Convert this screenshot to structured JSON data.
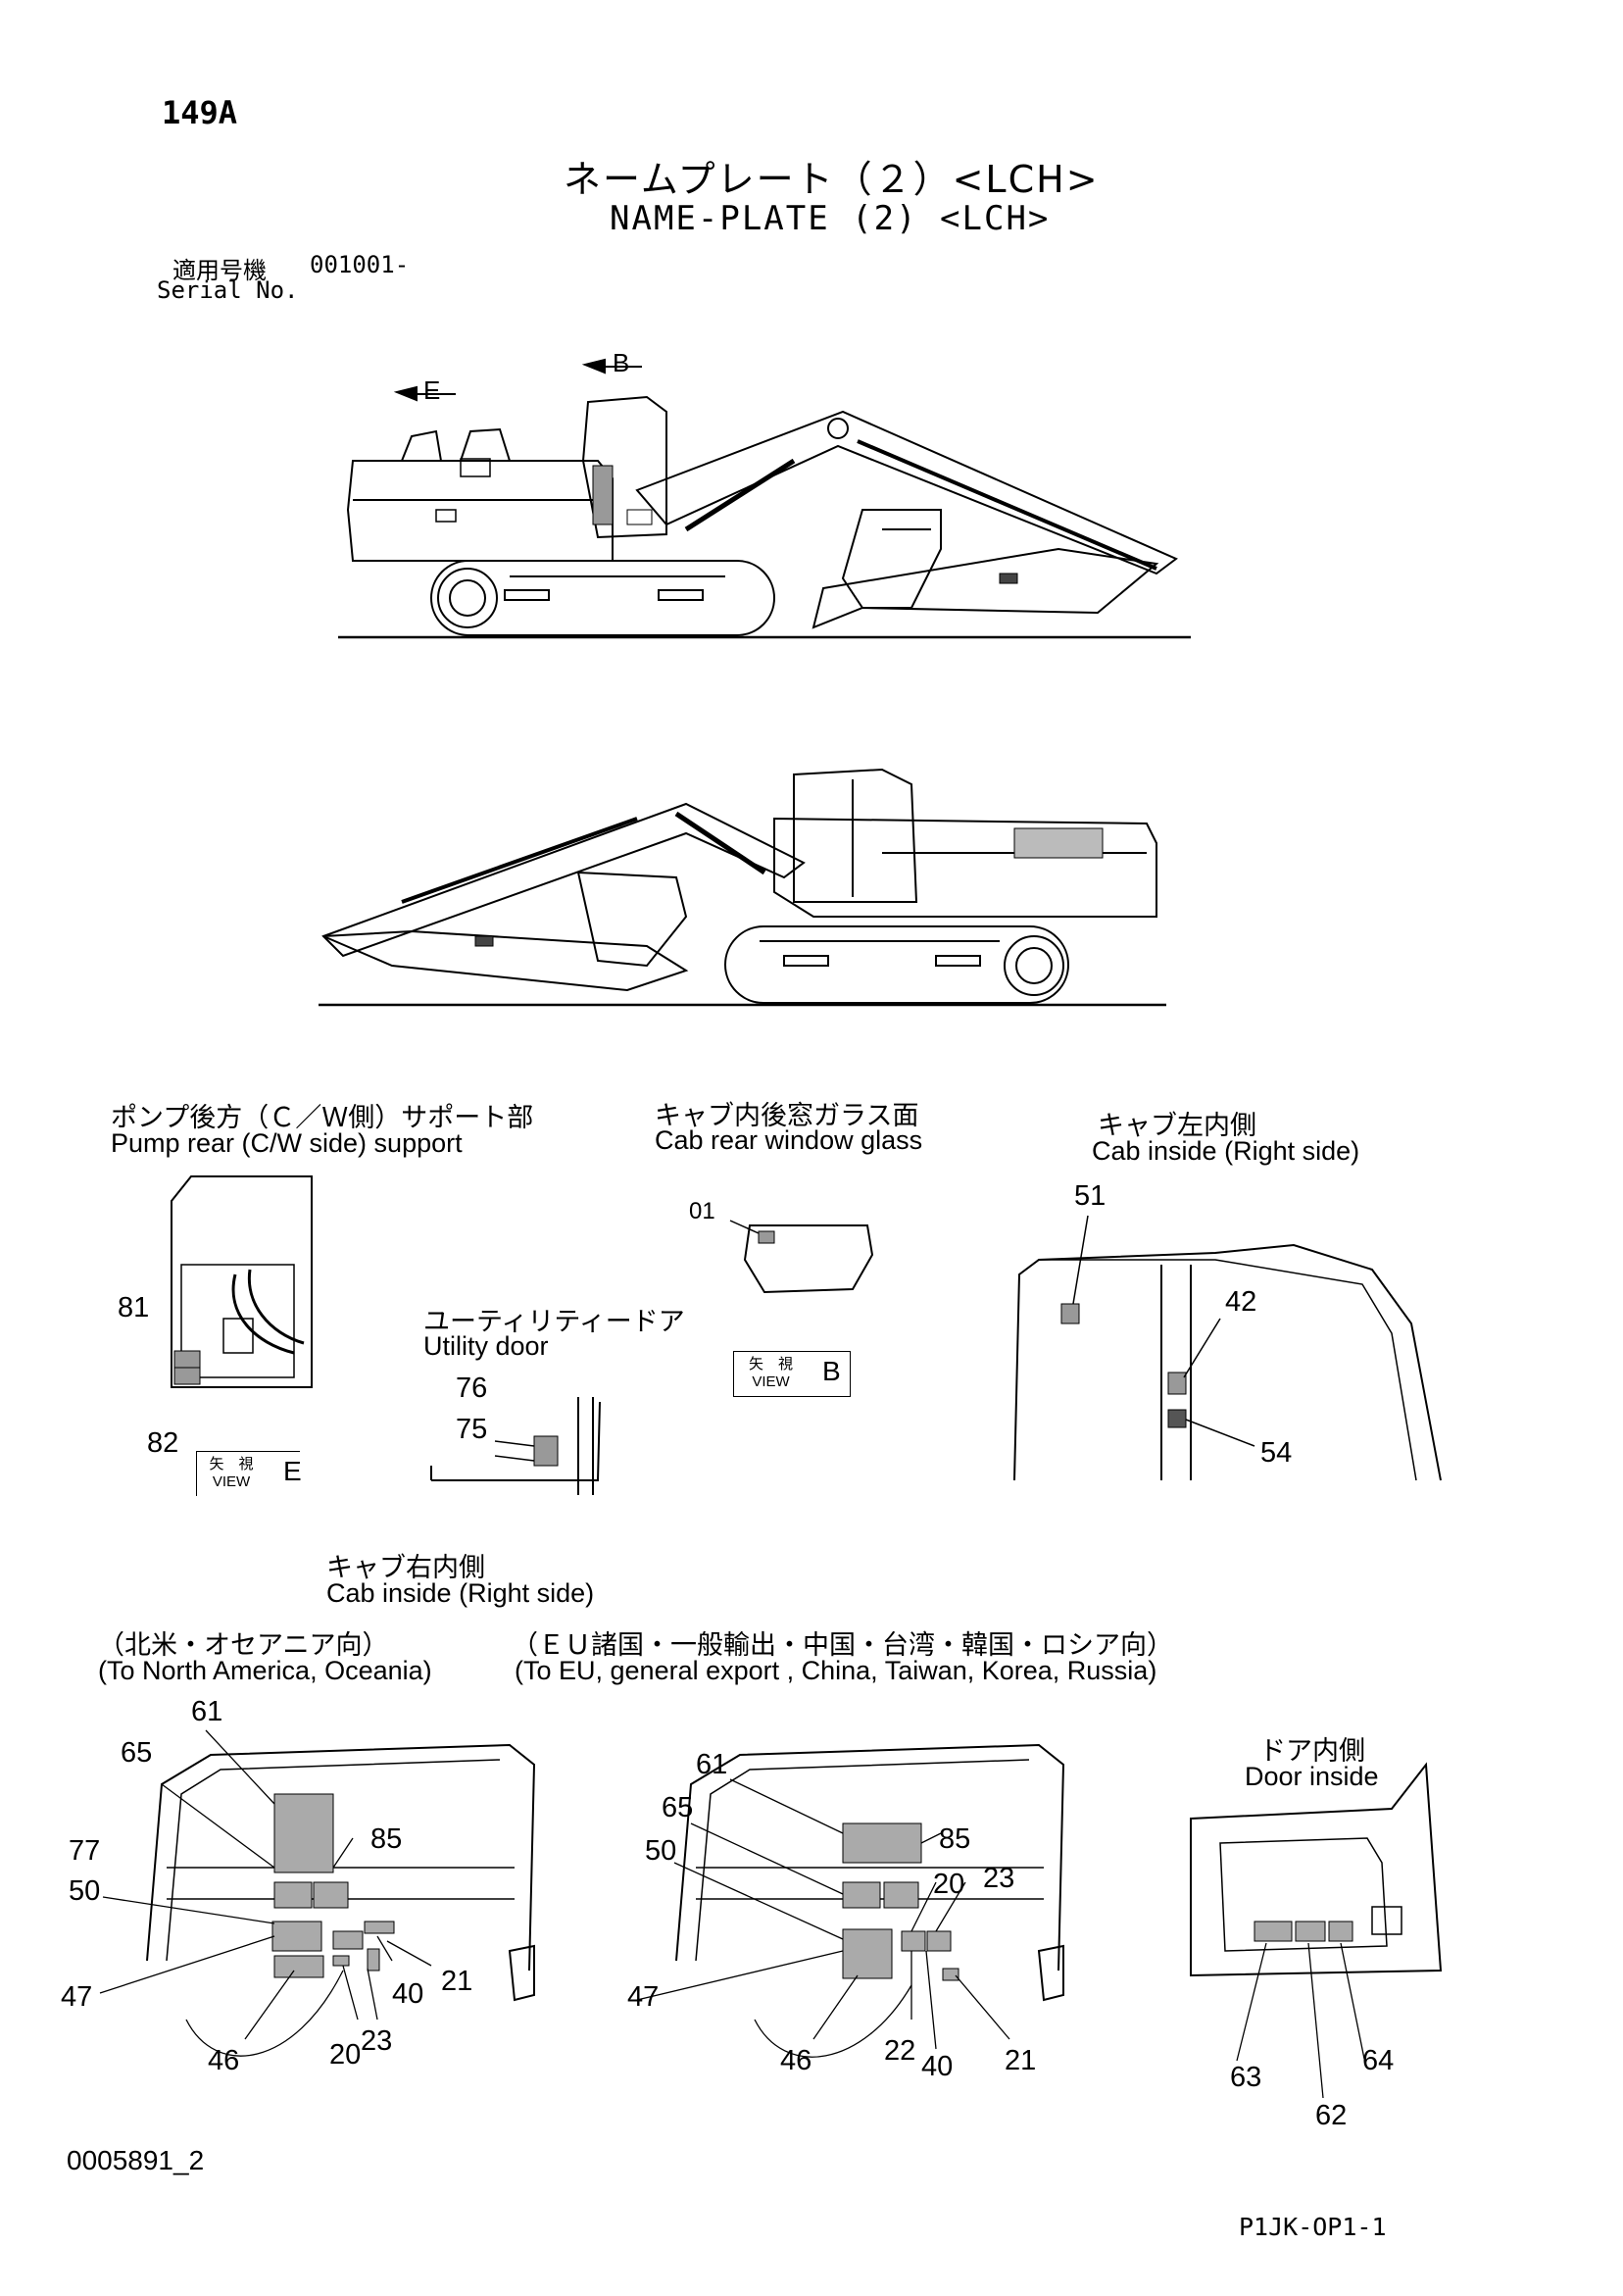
{
  "header": {
    "page_code": "149A",
    "title_jp": "ネームプレート（２）<LCH>",
    "title_en": "NAME-PLATE (2) <LCH>",
    "serial_label_jp": "適用号機",
    "serial_value": "001001-",
    "serial_label_en": "Serial No."
  },
  "machine_labels": {
    "view_e": "E",
    "view_b": "B"
  },
  "sections": {
    "pump_rear": {
      "jp": "ポンプ後方（Ｃ／Ｗ側）サポート部",
      "en": "Pump rear (C/W side) support"
    },
    "utility_door": {
      "jp": "ユーティリティードア",
      "en": "Utility door"
    },
    "cab_rear_window": {
      "jp": "キャブ内後窓ガラス面",
      "en": "Cab rear window glass"
    },
    "cab_left_inside": {
      "jp": "キャブ左内側",
      "en": "Cab inside (Right side)"
    },
    "cab_right_inside": {
      "jp": "キャブ右内側",
      "en": "Cab  inside (Right side)"
    },
    "north_america": {
      "jp": "（北米・オセアニア向）",
      "en": "(To North America, Oceania)"
    },
    "eu_export": {
      "jp": "（ＥＵ諸国・一般輸出・中国・台湾・韓国・ロシア向）",
      "en": "(To EU, general export , China, Taiwan, Korea, Russia)"
    },
    "door_inside": {
      "jp": "ドア内側",
      "en": "Door  inside"
    }
  },
  "view_boxes": {
    "view_e": {
      "kanji": "矢　視",
      "view": "VIEW",
      "letter": "E"
    },
    "view_b": {
      "kanji": "矢　視",
      "view": "VIEW",
      "letter": "B"
    }
  },
  "callouts": {
    "pump": [
      "81",
      "82"
    ],
    "utility": [
      "76",
      "75"
    ],
    "rear_window": [
      "01"
    ],
    "cab_left": [
      "51",
      "42",
      "54"
    ],
    "na": [
      "61",
      "65",
      "85",
      "77",
      "50",
      "47",
      "40",
      "21",
      "46",
      "20",
      "23"
    ],
    "eu": [
      "61",
      "65",
      "85",
      "50",
      "20",
      "23",
      "47",
      "46",
      "22",
      "40",
      "21"
    ],
    "door": [
      "63",
      "62",
      "64"
    ]
  },
  "footer": {
    "doc_number": "0005891_2",
    "sheet_code": "P1JK-OP1-1"
  }
}
